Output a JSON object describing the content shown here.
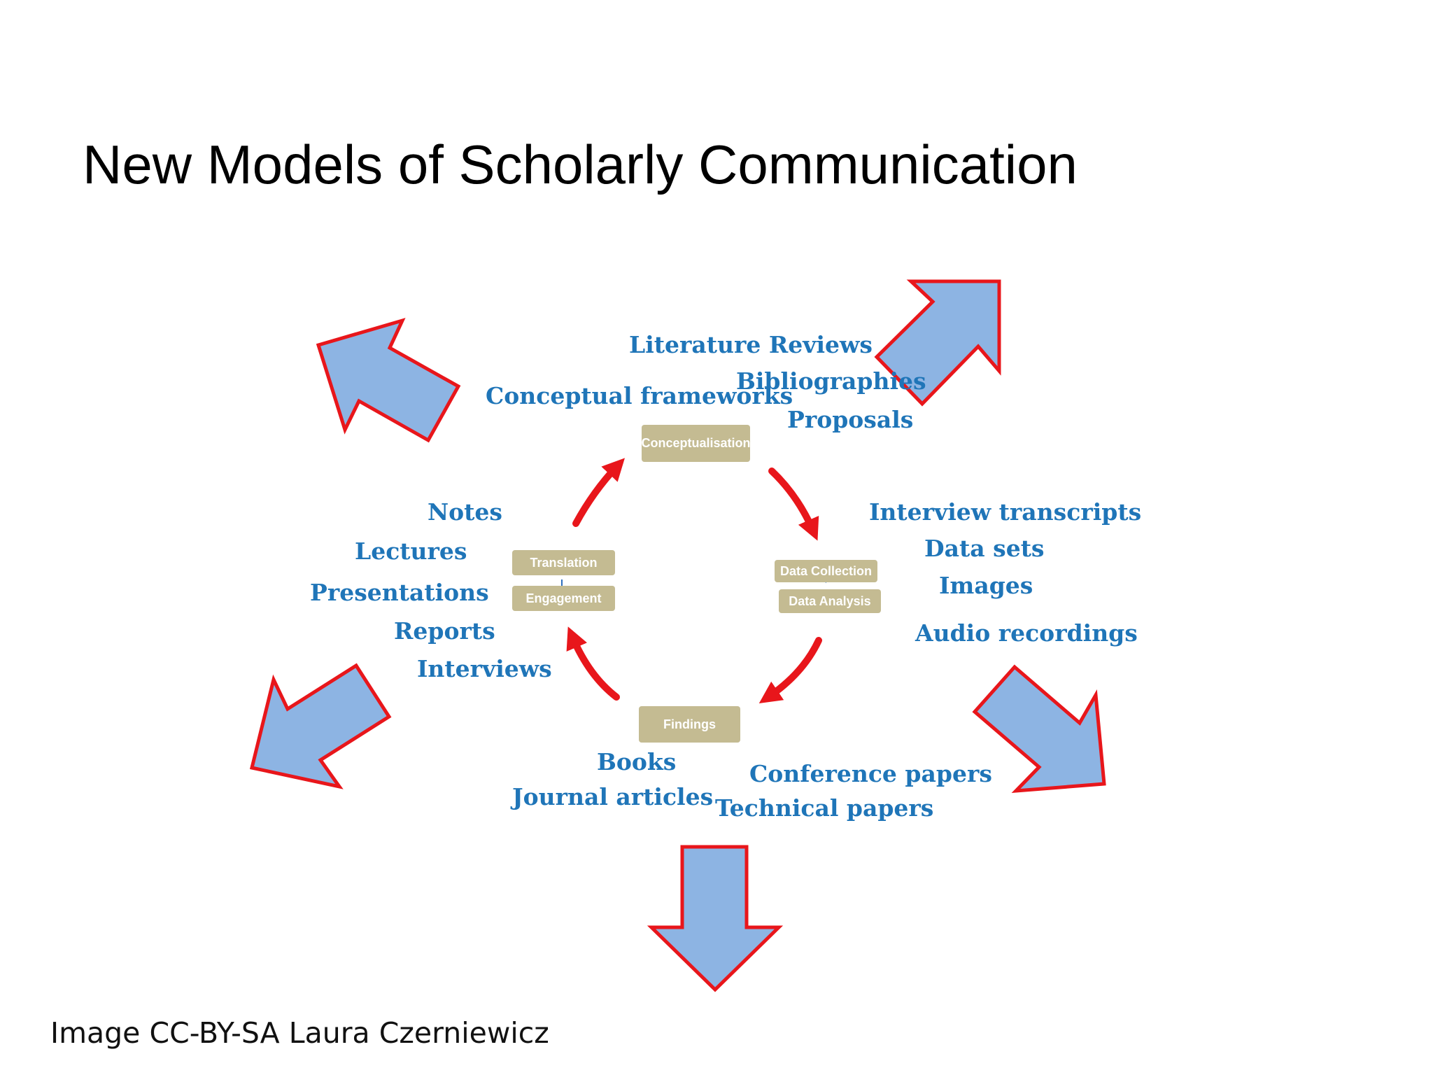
{
  "title": "New Models of Scholarly Communication",
  "credit": "Image CC-BY-SA Laura Czerniewicz",
  "colors": {
    "output_text": "#1f75b8",
    "stage_box": "#c4bb92",
    "big_arrow_fill": "#8db4e3",
    "big_arrow_stroke": "#e8161b",
    "cycle_arrow": "#e8161b"
  },
  "stages": {
    "conceptualisation": "Conceptualisation",
    "translation": "Translation",
    "engagement": "Engagement",
    "data_collection": "Data Collection",
    "data_analysis": "Data Analysis",
    "findings": "Findings"
  },
  "outputs": {
    "conceptualisation": [
      "Literature Reviews",
      "Bibliographies",
      "Conceptual frameworks",
      "Proposals"
    ],
    "data": [
      "Interview transcripts",
      "Data sets",
      "Images",
      "Audio recordings"
    ],
    "findings": [
      "Books",
      "Journal articles",
      "Conference papers",
      "Technical papers"
    ],
    "translation": [
      "Notes",
      "Lectures",
      "Presentations",
      "Reports",
      "Interviews"
    ]
  }
}
